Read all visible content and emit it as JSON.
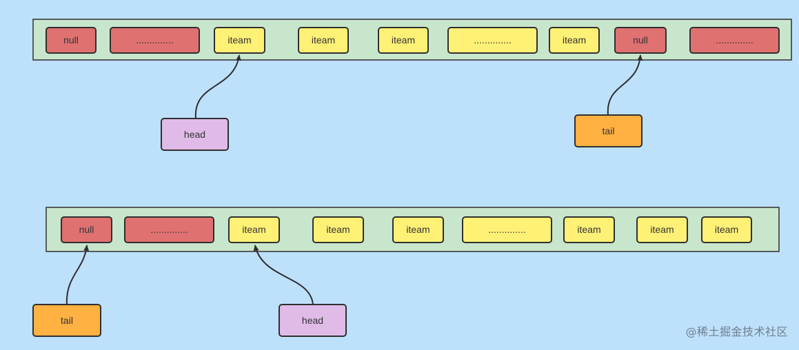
{
  "colors": {
    "background": "#bde0fb",
    "array_fill": "#c8e6cc",
    "cell_null": "#e07171",
    "cell_item": "#fff176",
    "head_node": "#e0bbe8",
    "tail_node": "#ffb142",
    "stroke": "#2f2f2f"
  },
  "arrays": [
    {
      "cells": [
        {
          "label": "null",
          "kind": "null"
        },
        {
          "label": "..............",
          "kind": "null"
        },
        {
          "label": "iteam",
          "kind": "item"
        },
        {
          "label": "iteam",
          "kind": "item"
        },
        {
          "label": "iteam",
          "kind": "item"
        },
        {
          "label": "..............",
          "kind": "item"
        },
        {
          "label": "iteam",
          "kind": "item"
        },
        {
          "label": "null",
          "kind": "null"
        },
        {
          "label": "..............",
          "kind": "null"
        }
      ],
      "pointers": [
        {
          "label": "head",
          "role": "head",
          "target_cell": 2
        },
        {
          "label": "tail",
          "role": "tail",
          "target_cell": 7
        }
      ]
    },
    {
      "cells": [
        {
          "label": "null",
          "kind": "null"
        },
        {
          "label": "..............",
          "kind": "null"
        },
        {
          "label": "iteam",
          "kind": "item"
        },
        {
          "label": "iteam",
          "kind": "item"
        },
        {
          "label": "iteam",
          "kind": "item"
        },
        {
          "label": "..............",
          "kind": "item"
        },
        {
          "label": "iteam",
          "kind": "item"
        },
        {
          "label": "iteam",
          "kind": "item"
        },
        {
          "label": "iteam",
          "kind": "item"
        }
      ],
      "pointers": [
        {
          "label": "tail",
          "role": "tail",
          "target_cell": 0
        },
        {
          "label": "head",
          "role": "head",
          "target_cell": 2
        }
      ]
    }
  ],
  "watermark": "@稀土掘金技术社区"
}
